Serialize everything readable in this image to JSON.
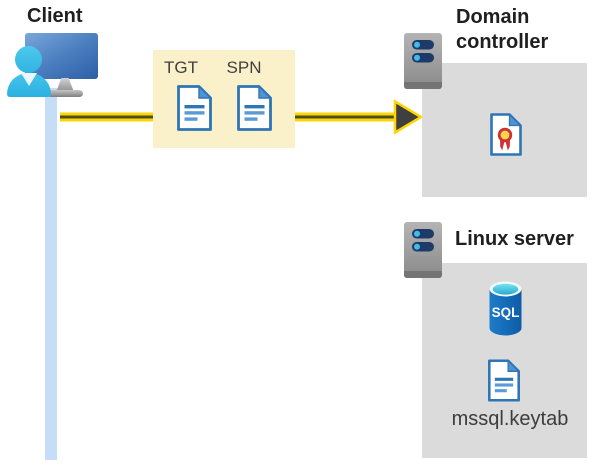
{
  "client": {
    "label": "Client"
  },
  "tickets": {
    "tgt_label": "TGT",
    "spn_label": "SPN"
  },
  "domain_controller": {
    "label": "Domain controller"
  },
  "linux_server": {
    "label": "Linux server",
    "sql_label": "SQL",
    "keytab_label": "mssql.keytab"
  },
  "icons": {
    "client": "person-at-workstation-icon",
    "document": "document-icon",
    "server": "server-tower-icon",
    "certificate": "certificate-icon",
    "database": "sql-database-icon",
    "arrow": "right-arrow"
  },
  "colors": {
    "box_gray": "#dbdbdb",
    "token_box_yellow": "#faf1cb",
    "arrow_yellow": "#ffd500",
    "arrow_core": "#4e4e28",
    "arrowhead_gray": "#3f3f3f",
    "connector_blue": "#c5ddf7",
    "doc_border_blue": "#2e75b6",
    "doc_fold_blue": "#4f92d6",
    "sql_blue": "#1268b4",
    "person_cyan": "#3bbfe8",
    "server_pill_navy": "#1e3a68",
    "server_dot_blue": "#41bce9",
    "cert_red": "#ce3232",
    "cert_gold": "#ffd44e"
  }
}
